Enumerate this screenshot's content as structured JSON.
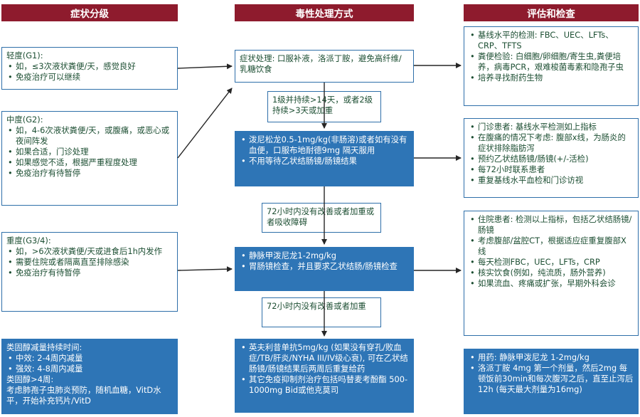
{
  "headers": {
    "left": "症状分级",
    "middle": "毒性处理方式",
    "right": "评估和检查"
  },
  "left": {
    "g1": {
      "title": "轻度(G1):",
      "items": [
        "如，≤3次液状粪便/天，感觉良好",
        "免疫治疗可以继续"
      ]
    },
    "g2": {
      "title": "中度(G2):",
      "items": [
        "如，4-6次液状粪便/天，或腹痛，或恶心或夜间阵发",
        "如果合适，门诊处理",
        "如果感觉不适，根据严重程度处理",
        "免疫治疗有待暂停"
      ]
    },
    "g34": {
      "title": "重度(G3/4):",
      "items": [
        "如，>6次液状粪便/天或进食后1h内发作",
        "需要住院或者隔离直至排除感染",
        "免疫治疗有待暂停"
      ]
    },
    "steroid": {
      "line1": "类固醇减量持续时间:",
      "items": [
        "中效: 2-4周内减量",
        "强效: 4-8周内减量"
      ],
      "line2": "类固醇>4周:",
      "line3": "考虑肺孢子虫肺炎预防，随机血糖，VitD水平，开始补充钙片/VitD"
    }
  },
  "middle": {
    "box1": "症状处理: 口服补液，洛派丁胺，避免高纤维/乳糖饮食",
    "cond1": "1级并持续>14天，或者2级持续>3天或加重",
    "box2": {
      "items": [
        "泼尼松龙0.5-1mg/kg(非肠溶)或者如有没有血便，口服布地耐德9mg 隔天服用",
        "不用等待乙状结肠镜/肠镜结果"
      ]
    },
    "cond2": "72小时内没有改善或者加重或者吸收障碍",
    "box3": {
      "items": [
        "静脉甲泼尼龙1-2mg/kg",
        "胃肠镜检查，并且要求乙状结肠/肠镜检查"
      ]
    },
    "cond3": "72小时内没有改善或者加重",
    "box4": {
      "items": [
        "英夫利昔单抗5mg/kg (如果没有穿孔/败血症/TB/肝炎/NYHA III/IV级心衰), 可在乙状结肠镜/肠镜结果后两周后重复给药",
        "其它免疫抑制剂治疗包括吗替麦考酚酯 500-1000mg Bid或他克莫司"
      ]
    }
  },
  "right": {
    "r1": {
      "items": [
        "基线水平的检测: FBC、UEC、LFTs、CRP、TFTS",
        "粪便检验: 白细胞/卵细胞/寄生虫,粪便培养，病毒PCR，艰难梭菌毒素和隐孢子虫",
        "培养寻找耐药生物"
      ]
    },
    "r2": {
      "items": [
        "门诊患者: 基线水平检测如上指标",
        "在腹痛的情况下考虑: 腹部x线，为肠炎的症状排除脂肪泻",
        "预约乙状结肠镜/肠镜(+/-活检)",
        "每72小时联系患者",
        "重复基线水平血检和门诊访视"
      ]
    },
    "r3": {
      "items": [
        "住院患者: 检测以上指标，包括乙状结肠镜/肠镜",
        "考虑腹部/盆腔CT，根据适应症重复腹部X线",
        "每天检测FBC，UEC，LFTs，CRP",
        "核实饮食(例如，纯流质，肠外营养)",
        "如果流血、疼痛或扩张，早期外科会诊"
      ]
    },
    "r4": {
      "items": [
        "用药: 静脉甲泼尼龙 1-2mg/kg",
        "洛派丁胺 4mg 第一个剂量，然后2mg 每顿饭前30min和每次腹泻之后，直至止泻后12h (每天最大剂量为16mg)"
      ]
    }
  },
  "colors": {
    "header": "#8e1b2d",
    "accent_blue": "#2e75b6",
    "border": "#2e6fa9",
    "text_green": "#1d4f33",
    "arrow": "#262626"
  }
}
